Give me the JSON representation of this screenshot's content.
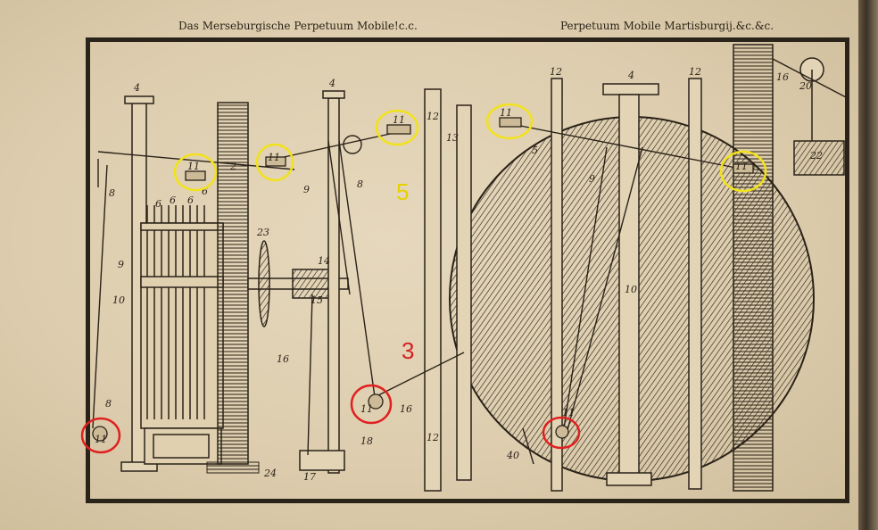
{
  "header": {
    "left_title": "Das Merseburgische Perpetuum Mobile!c.c.",
    "right_title": "Perpetuum Mobile Martisburgij.&c.&c."
  },
  "figure": {
    "labels": [
      "4",
      "4",
      "4",
      "12",
      "12",
      "12",
      "12",
      "2",
      "5",
      "6",
      "6",
      "6",
      "6",
      "8",
      "8",
      "8",
      "9",
      "9",
      "9",
      "10",
      "10",
      "11",
      "11",
      "11",
      "11",
      "11",
      "11",
      "11",
      "11",
      "13",
      "14",
      "15",
      "16",
      "16",
      "16",
      "17",
      "18",
      "20",
      "22",
      "23",
      "24",
      "40"
    ],
    "overlay_marks": [
      "5",
      "3"
    ]
  },
  "colors": {
    "ink": "#2a2218",
    "paper": "#dccdb0",
    "highlight_yellow": "#f2e21a",
    "highlight_red": "#e02020",
    "mark_yellow": "#e8d100",
    "mark_red": "#d42020"
  }
}
